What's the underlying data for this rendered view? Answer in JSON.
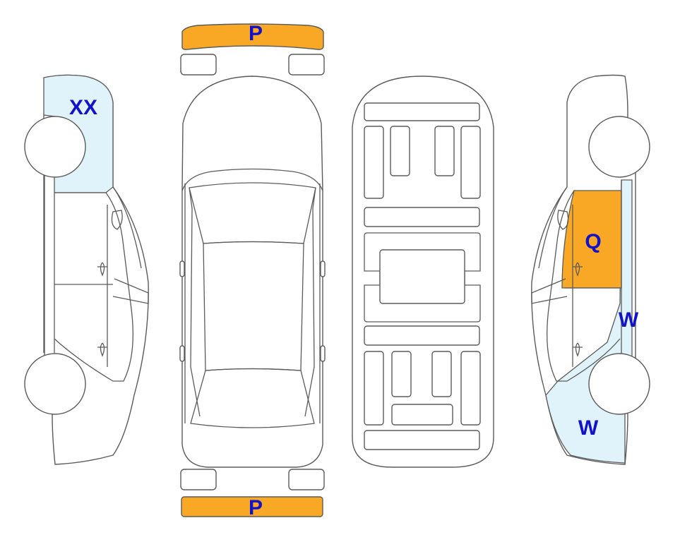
{
  "colors": {
    "light_blue": "#e0f3fb",
    "orange": "#f9a825",
    "outline": "#5a5a5a",
    "label": "#1212c8"
  },
  "labels": {
    "front_bumper": "P",
    "rear_bumper": "P",
    "left_front_fender": "XX",
    "right_front_door": "Q",
    "right_rear_quarter": "W",
    "right_rear_fender": "W"
  }
}
